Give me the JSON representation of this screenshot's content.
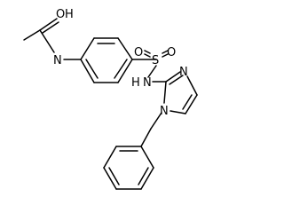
{
  "diagram": {
    "type": "chemical-structure",
    "atom_labels": {
      "carbonyl_oxygen": "O",
      "amide_nitrogen": "N",
      "amide_hydrogen": "H",
      "sulfur": "S",
      "sulfonyl_oxygen_left": "O",
      "sulfonyl_oxygen_right": "O",
      "sulfonamide_n": "N",
      "sulfonamide_h": "H",
      "imidazole_n3": "N",
      "imidazole_n1": "N"
    }
  }
}
